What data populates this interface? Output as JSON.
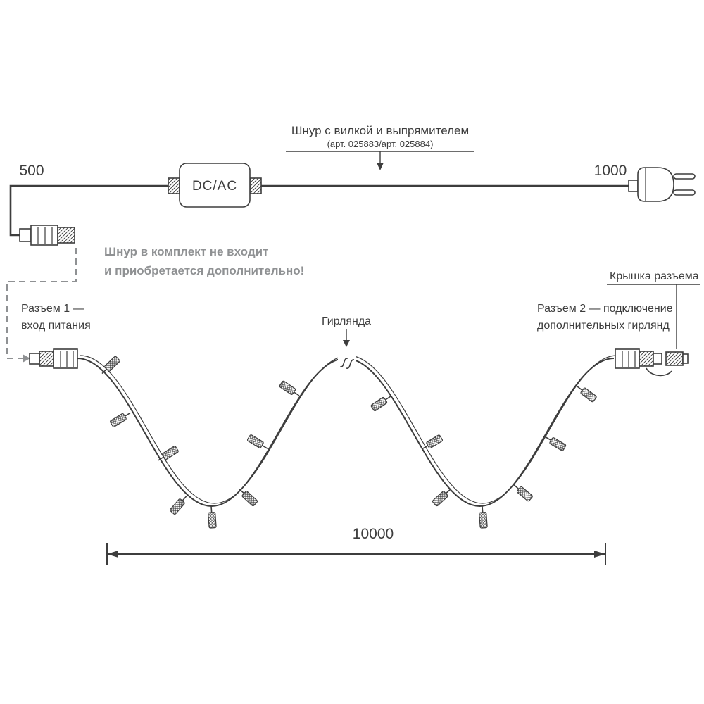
{
  "colors": {
    "line": "#3d3d3d",
    "note_gray": "#8f9193",
    "background": "#ffffff"
  },
  "cord_section": {
    "title": "Шнур с вилкой и выпрямителем",
    "subtitle": "(арт. 025883/арт. 025884)",
    "left_length": "500",
    "right_length": "1000",
    "converter_label": "DC/AC"
  },
  "note": {
    "line1": "Шнур в комплект не входит",
    "line2": "и приобретается дополнительно!"
  },
  "connector1": {
    "line1": "Разъем 1 —",
    "line2": "вход питания"
  },
  "garland": {
    "label": "Гирлянда",
    "total_length": "10000"
  },
  "connector2": {
    "line1": "Разъем 2 — подключение",
    "line2": "дополнительных гирлянд"
  },
  "cap": {
    "label": "Крышка разъема"
  }
}
